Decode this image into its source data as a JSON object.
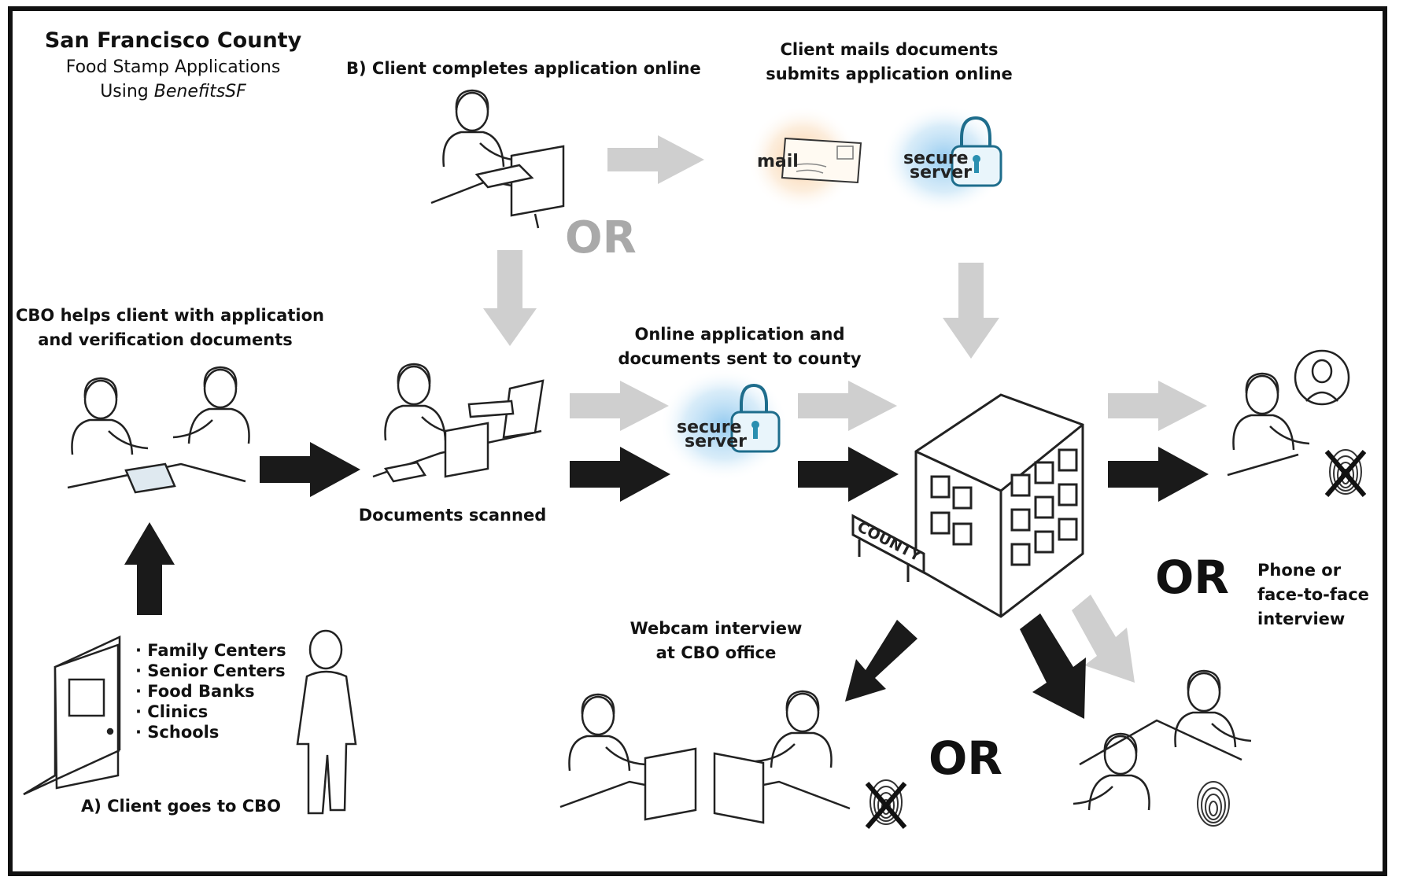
{
  "title": {
    "main": "San Francisco County",
    "sub1": "Food Stamp Applications",
    "sub2_prefix": "Using ",
    "sub2_italic": "BenefitsSF"
  },
  "steps": {
    "client_online": "B) Client completes application online",
    "client_mails_line1": "Client mails documents",
    "client_mails_line2": "submits application online",
    "cbo_helps_line1": "CBO helps client with application",
    "cbo_helps_line2": "and verification documents",
    "online_sent_line1": "Online application and",
    "online_sent_line2": "documents sent to county",
    "documents_scanned": "Documents scanned",
    "client_goes_cbo": "A) Client goes to CBO",
    "webcam_line1": "Webcam interview",
    "webcam_line2": "at CBO office",
    "phone_line1": "Phone or",
    "phone_line2": "face-to-face",
    "phone_line3": "interview"
  },
  "or_label": "OR",
  "cbo_types": [
    "Family Centers",
    "Senior Centers",
    "Food Banks",
    "Clinics",
    "Schools"
  ],
  "badges": {
    "mail": "mail",
    "secure_line1": "secure",
    "secure_line2": "server",
    "county_sign": "COUNTY"
  },
  "colors": {
    "primary_arrow": "#1a1a1a",
    "alternate_arrow": "#cfcfcf",
    "or_gray": "#a9a9a9",
    "secure_glow": "#8fc8ef",
    "mail_glow": "#f7c896",
    "lock": "#2a8fb0"
  },
  "icons": [
    "person-at-computer-icon",
    "mail-envelope-icon",
    "secure-server-lock-icon",
    "building-icon",
    "door-icon",
    "fingerprint-icon",
    "phone-call-icon"
  ]
}
